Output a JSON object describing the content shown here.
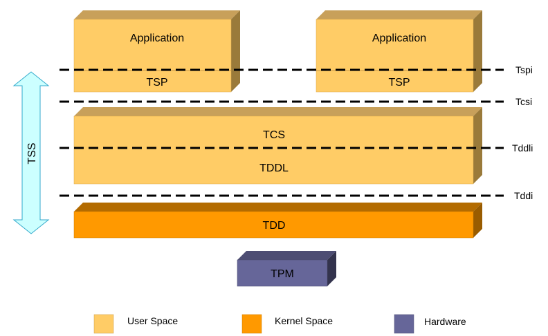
{
  "colors": {
    "user_space": "#FFCC66",
    "user_space_top": "#C8A05A",
    "user_space_side": "#9A7A3A",
    "kernel_space": "#FF9900",
    "kernel_space_top": "#B36B00",
    "kernel_space_side": "#995C00",
    "hardware": "#666699",
    "hardware_top": "#4D4D73",
    "hardware_side": "#33334D",
    "tss_arrow": "#CCFFFF"
  },
  "blocks": {
    "app_left": {
      "label": "Application"
    },
    "tsp_left": {
      "label": "TSP"
    },
    "app_right": {
      "label": "Application"
    },
    "tsp_right": {
      "label": "TSP"
    },
    "tcs": {
      "label": "TCS"
    },
    "tddl": {
      "label": "TDDL"
    },
    "tdd": {
      "label": "TDD"
    },
    "tpm": {
      "label": "TPM"
    }
  },
  "interfaces": {
    "tspi": "Tspi",
    "tcsi": "Tcsi",
    "tddli": "Tddli",
    "tddi": "Tddi"
  },
  "tss_label": "TSS",
  "legend": {
    "user_space": "User Space",
    "kernel_space": "Kernel Space",
    "hardware": "Hardware"
  }
}
